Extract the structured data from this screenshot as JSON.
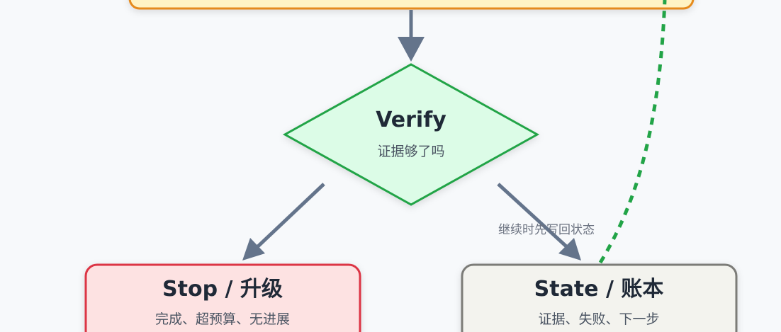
{
  "colors": {
    "background": "#f7f9fb",
    "top_node_fill": "#fff3c4",
    "top_node_stroke": "#e58a1f",
    "verify_fill": "#dcfce7",
    "verify_stroke": "#22a447",
    "stop_fill": "#fde2e2",
    "stop_stroke": "#dc3545",
    "state_fill": "#f3f3ee",
    "state_stroke": "#7b7b78",
    "arrow": "#64748b",
    "dotted_loop": "#22a447",
    "title_text": "#1f2937",
    "sub_text": "#4b5563"
  },
  "nodes": {
    "verify": {
      "title": "Verify",
      "subtitle": "证据够了吗"
    },
    "stop": {
      "title": "Stop / 升级",
      "subtitle": "完成、超预算、无进展"
    },
    "state": {
      "title": "State / 账本",
      "subtitle": "证据、失败、下一步"
    }
  },
  "edges": {
    "verify_to_state_label": "继续时先写回状态"
  }
}
